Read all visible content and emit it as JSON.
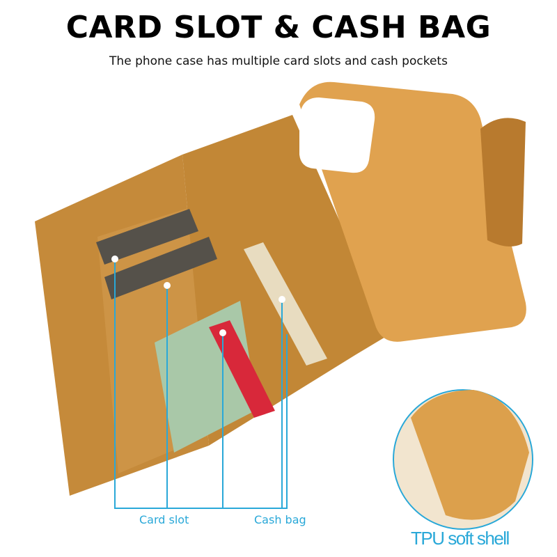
{
  "header": {
    "title": "CARD SLOT & CASH BAG",
    "subtitle": "The phone case has multiple card slots and cash pockets"
  },
  "callouts": {
    "card_slot": "Card slot",
    "cash_bag": "Cash bag",
    "tpu_shell": "TPU soft shell"
  },
  "colors": {
    "accent": "#29a8d8",
    "leather": "#c98e3a",
    "tpu": "#e0a24f"
  }
}
